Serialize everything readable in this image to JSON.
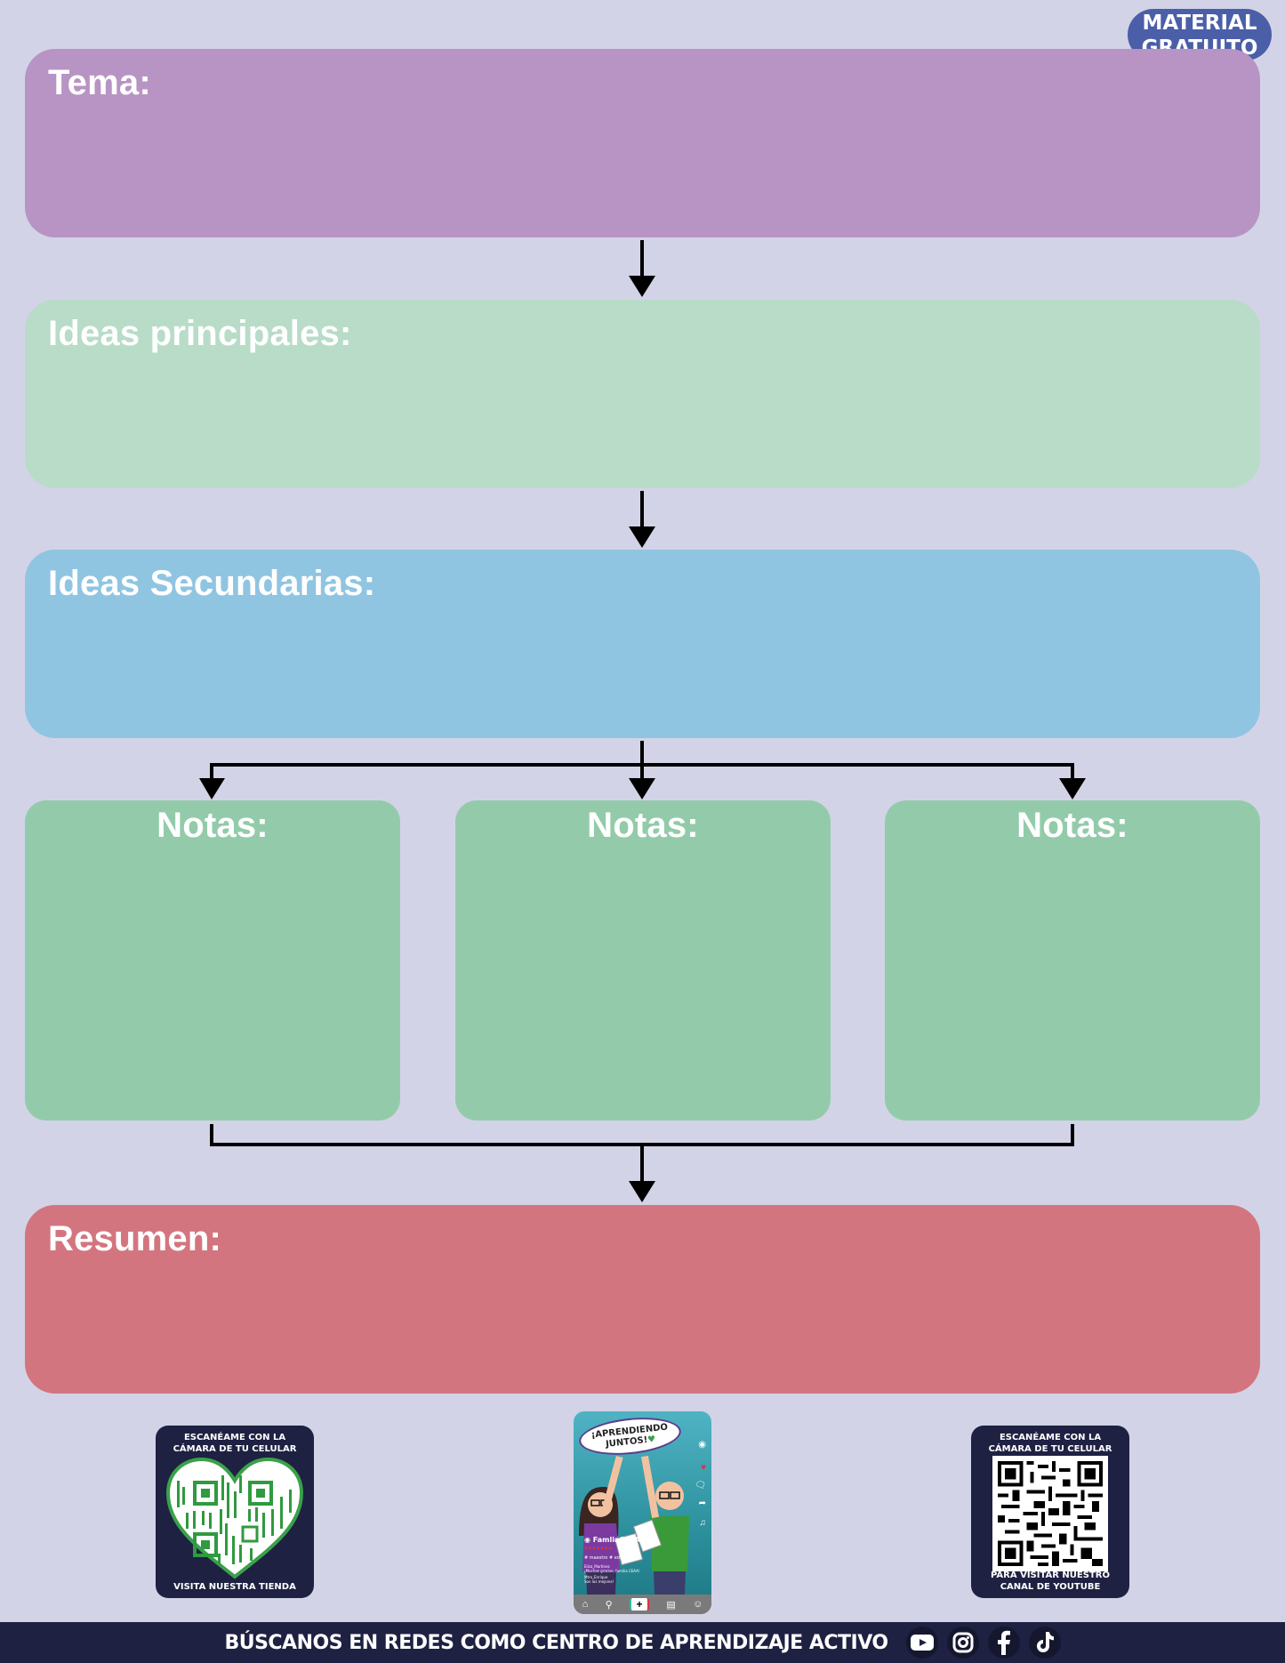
{
  "badge": {
    "line1": "MATERIAL",
    "line2": "GRATUITO"
  },
  "boxes": {
    "tema": {
      "label": "Tema:",
      "color": "#b894c4"
    },
    "ideas_principales": {
      "label": "Ideas principales:",
      "color": "#b8dcc8"
    },
    "ideas_secundarias": {
      "label": "Ideas Secundarias:",
      "color": "#90c5e2"
    },
    "notas": [
      {
        "label": "Notas:"
      },
      {
        "label": "Notas:"
      },
      {
        "label": "Notas:"
      }
    ],
    "notas_color": "#93cbaa",
    "resumen": {
      "label": "Resumen:",
      "color": "#d3757f"
    }
  },
  "qr_tienda": {
    "top_line1": "ESCANÉAME CON LA",
    "top_line2": "CÁMARA DE TU CELULAR",
    "bottom": "VISITA NUESTRA TIENDA"
  },
  "phone": {
    "bubble_line1": "¡APRENDIENDO",
    "bubble_line2": "JUNTOS!",
    "handle": "FamliaCEAA",
    "tags": "# maestro  #  educación",
    "comment1_user": "Eliza_Martinez",
    "comment1_text": "¡Muchas gracias, familia CEAA!",
    "comment2_user": "Mtro_Enrique",
    "comment2_text": "Son los mejores!",
    "share_label": "share"
  },
  "qr_youtube": {
    "top_line1": "ESCANÉAME CON LA",
    "top_line2": "CÁMARA DE TU CELULAR",
    "bottom_line1": "PARA VISITAR NUESTRO",
    "bottom_line2": "CANAL DE YOUTUBE"
  },
  "footer": {
    "text": "BÚSCANOS EN REDES COMO CENTRO DE APRENDIZAJE ACTIVO",
    "socials": [
      "youtube-icon",
      "instagram-icon",
      "facebook-icon",
      "tiktok-icon"
    ]
  },
  "colors": {
    "background": "#d3d3e7",
    "badge": "#4b5ea8",
    "footer": "#1e2142"
  }
}
